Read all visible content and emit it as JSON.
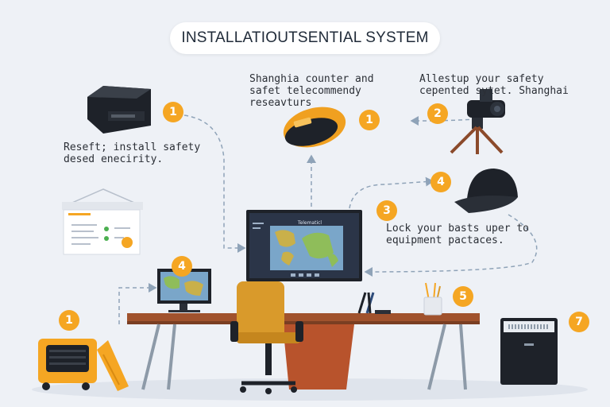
{
  "title": "INSTALLATIOUTSENTIAL SYSTEM",
  "texts": {
    "router_caption": "Reseft; install safety\ndesed enecirity.",
    "device_caption": "Shanghia counter and\nsafet telecommendy\nreseavturs",
    "camera_caption": "Allestup your safety\ncepented sytet. Shanghai",
    "hat_caption": "Lock your basts uper to\nequipment pactaces."
  },
  "badges": {
    "router": "1",
    "device": "1",
    "camera": "2",
    "hat": "4",
    "middle": "3",
    "small_monitor": "4",
    "pens": "5",
    "generator": "1",
    "cabinet": "7"
  },
  "icons": [
    "router-icon",
    "sensor-device-icon",
    "security-camera-icon",
    "cap-icon",
    "whiteboard-icon",
    "monitor-icon",
    "small-monitor-icon",
    "desk-icon",
    "chair-icon",
    "generator-icon",
    "cabinet-icon",
    "pen-holder-icon"
  ],
  "screen_title": "Telematicl",
  "colors": {
    "accent": "#f5a623",
    "background": "#eef1f6",
    "arrow": "#8fa3b8",
    "desk": "#a0522d",
    "chair": "#d99a2b",
    "dark": "#1e2229"
  }
}
